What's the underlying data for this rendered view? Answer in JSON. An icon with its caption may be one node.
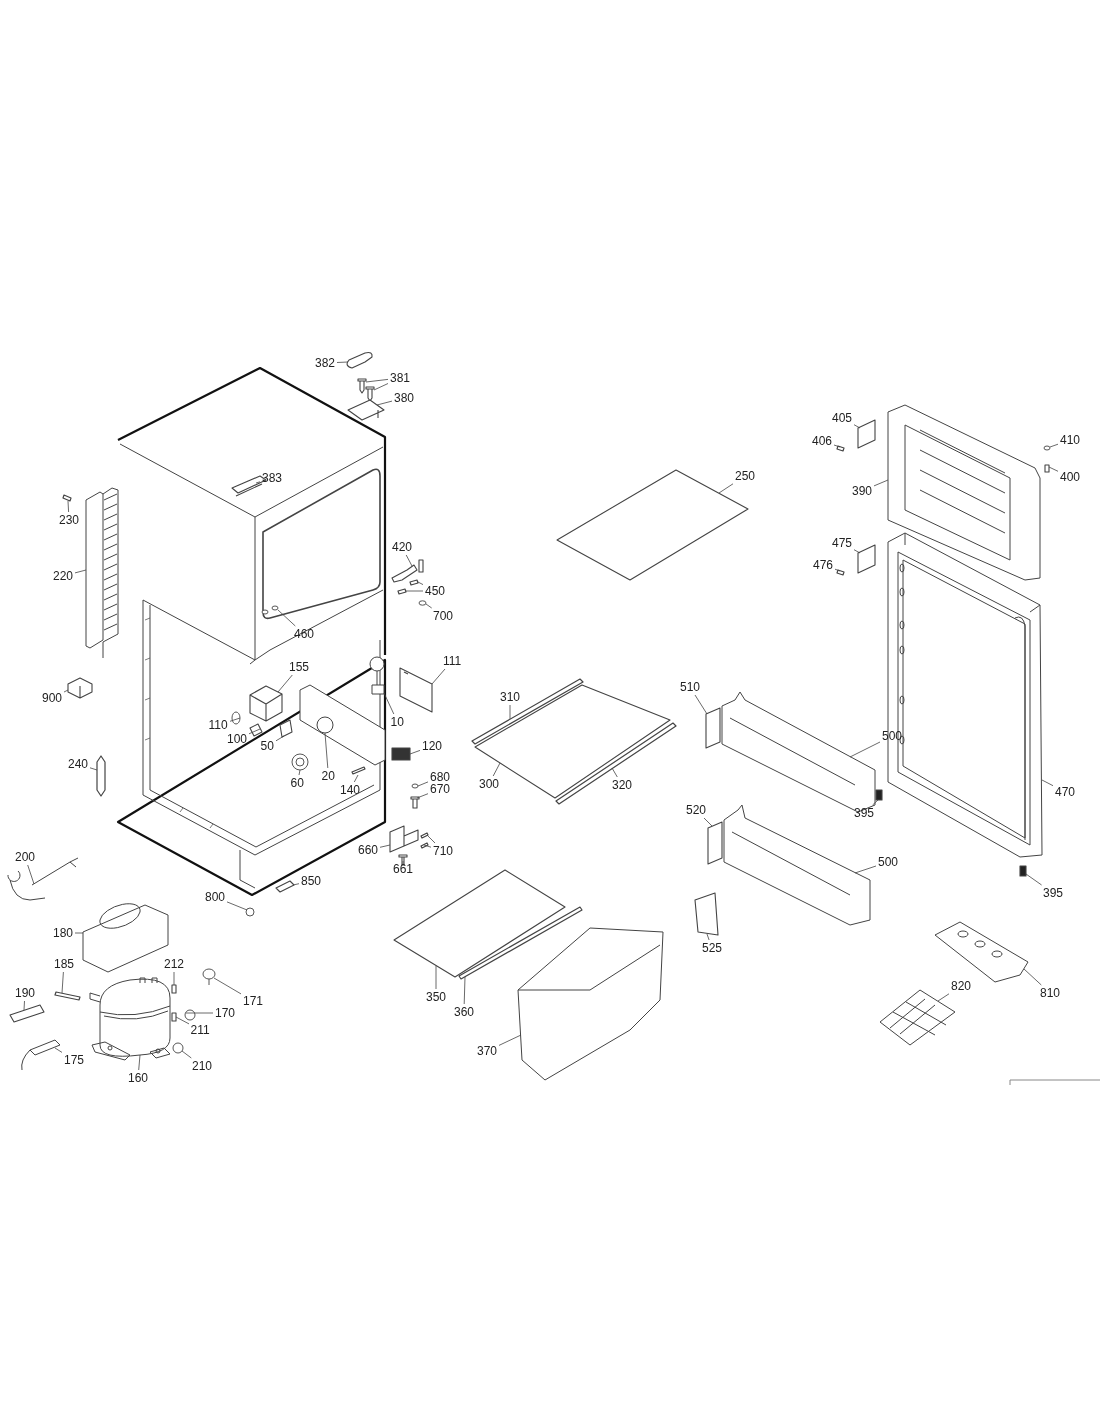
{
  "diagram": {
    "nodes": [
      {
        "text": [
          "382"
        ]
      },
      {
        "text": [
          "381"
        ]
      },
      {
        "text": [
          "380"
        ]
      },
      {
        "text": [
          "383"
        ]
      },
      {
        "text": [
          "230"
        ]
      },
      {
        "text": [
          "220"
        ]
      },
      {
        "text": [
          "420"
        ]
      },
      {
        "text": [
          "450"
        ]
      },
      {
        "text": [
          "700"
        ]
      },
      {
        "text": [
          "460"
        ]
      },
      {
        "text": [
          "900"
        ]
      },
      {
        "text": [
          "155"
        ]
      },
      {
        "text": [
          "111"
        ]
      },
      {
        "text": [
          "110"
        ]
      },
      {
        "text": [
          "100"
        ]
      },
      {
        "text": [
          "10"
        ]
      },
      {
        "text": [
          "50"
        ]
      },
      {
        "text": [
          "20"
        ]
      },
      {
        "text": [
          "60"
        ]
      },
      {
        "text": [
          "120"
        ]
      },
      {
        "text": [
          "140"
        ]
      },
      {
        "text": [
          "240"
        ]
      },
      {
        "text": [
          "680"
        ]
      },
      {
        "text": [
          "670"
        ]
      },
      {
        "text": [
          "660"
        ]
      },
      {
        "text": [
          "710"
        ]
      },
      {
        "text": [
          "661"
        ]
      },
      {
        "text": [
          "850"
        ]
      },
      {
        "text": [
          "800"
        ]
      },
      {
        "text": [
          "200"
        ]
      },
      {
        "text": [
          "180"
        ]
      },
      {
        "text": [
          "185"
        ]
      },
      {
        "text": [
          "212"
        ]
      },
      {
        "text": [
          "171"
        ]
      },
      {
        "text": [
          "190"
        ]
      },
      {
        "text": [
          "170"
        ]
      },
      {
        "text": [
          "211"
        ]
      },
      {
        "text": [
          "175"
        ]
      },
      {
        "text": [
          "160"
        ]
      },
      {
        "text": [
          "210"
        ]
      },
      {
        "text": [
          "250"
        ]
      },
      {
        "text": [
          "310"
        ]
      },
      {
        "text": [
          "300"
        ]
      },
      {
        "text": [
          "320"
        ]
      },
      {
        "text": [
          "350"
        ]
      },
      {
        "text": [
          "360"
        ]
      },
      {
        "text": [
          "370"
        ]
      },
      {
        "text": [
          "510"
        ]
      },
      {
        "text": [
          "500"
        ]
      },
      {
        "text": [
          "520"
        ]
      },
      {
        "text": [
          "500"
        ]
      },
      {
        "text": [
          "525"
        ]
      },
      {
        "text": [
          "405"
        ]
      },
      {
        "text": [
          "406"
        ]
      },
      {
        "text": [
          "410"
        ]
      },
      {
        "text": [
          "400"
        ]
      },
      {
        "text": [
          "390"
        ]
      },
      {
        "text": [
          "475"
        ]
      },
      {
        "text": [
          "476"
        ]
      },
      {
        "text": [
          "470"
        ]
      },
      {
        "text": [
          "395"
        ]
      },
      {
        "text": [
          "395"
        ]
      },
      {
        "text": [
          "810"
        ]
      },
      {
        "text": [
          "820"
        ]
      },
      {
        "text": [],
        "shape": "box"
      },
      {
        "text": [],
        "shape": "box"
      },
      {
        "text": [],
        "shape": "box"
      },
      {
        "text": [],
        "shape": "box"
      },
      {
        "text": [],
        "shape": "box"
      },
      {
        "text": [],
        "shape": "bar"
      },
      {
        "text": [],
        "shape": "picture"
      },
      {
        "text": [],
        "shape": "box"
      },
      {
        "text": [],
        "shape": "bar"
      },
      {
        "text": [],
        "shape": "bar"
      },
      {
        "text": [],
        "shape": "circle"
      },
      {
        "text": [],
        "shape": "circle"
      },
      {
        "text": [],
        "shape": "box"
      },
      {
        "text": [],
        "shape": "box"
      },
      {
        "text": [],
        "shape": "box"
      },
      {
        "text": [],
        "shape": "circle"
      },
      {
        "text": [],
        "shape": "box"
      },
      {
        "text": [],
        "shape": "picture"
      },
      {
        "text": [],
        "shape": "box"
      },
      {
        "text": [],
        "shape": "picture"
      },
      {
        "text": [],
        "shape": "circle"
      },
      {
        "text": [],
        "shape": "box"
      },
      {
        "text": [],
        "shape": "bar"
      },
      {
        "text": [],
        "shape": "bar"
      },
      {
        "text": [],
        "shape": "circle"
      },
      {
        "text": [],
        "shape": "box"
      },
      {
        "text": [],
        "shape": "box"
      },
      {
        "text": [],
        "shape": "bar"
      },
      {
        "text": [],
        "shape": "bar"
      },
      {
        "text": [],
        "shape": "box"
      },
      {
        "text": [],
        "shape": "box"
      },
      {
        "text": [],
        "shape": "circle"
      },
      {
        "text": [],
        "shape": "picture"
      },
      {
        "text": [],
        "shape": "picture"
      },
      {
        "text": [],
        "shape": "bar"
      },
      {
        "text": [],
        "shape": "box"
      },
      {
        "text": [],
        "shape": "circle"
      },
      {
        "text": [],
        "shape": "box"
      },
      {
        "text": [],
        "shape": "circle"
      },
      {
        "text": [],
        "shape": "box"
      },
      {
        "text": [],
        "shape": "picture"
      },
      {
        "text": [],
        "shape": "picture"
      },
      {
        "text": [],
        "shape": "circle"
      },
      {
        "text": [],
        "shape": "box"
      },
      {
        "text": [],
        "shape": "bar"
      },
      {
        "text": [],
        "shape": "box"
      },
      {
        "text": [],
        "shape": "bar"
      },
      {
        "text": [],
        "shape": "box"
      },
      {
        "text": [],
        "shape": "bar"
      },
      {
        "text": [],
        "shape": "picture"
      },
      {
        "text": [],
        "shape": "box"
      },
      {
        "text": [],
        "shape": "picture"
      },
      {
        "text": [],
        "shape": "box"
      },
      {
        "text": [],
        "shape": "picture"
      },
      {
        "text": [],
        "shape": "box"
      },
      {
        "text": [],
        "shape": "box"
      },
      {
        "text": [],
        "shape": "bar"
      },
      {
        "text": [],
        "shape": "circle"
      },
      {
        "text": [],
        "shape": "box"
      },
      {
        "text": [],
        "shape": "picture"
      },
      {
        "text": [],
        "shape": "box"
      },
      {
        "text": [],
        "shape": "bar"
      },
      {
        "text": [],
        "shape": "picture"
      },
      {
        "text": [],
        "shape": "box"
      },
      {
        "text": [],
        "shape": "box"
      },
      {
        "text": [],
        "shape": "picture"
      },
      {
        "text": [],
        "shape": "picture"
      }
    ],
    "edges": [
      {
        "from": 0,
        "to": 64,
        "arrow": "none"
      },
      {
        "from": 1,
        "to": 65,
        "arrow": "none"
      },
      {
        "from": 1,
        "to": 66,
        "arrow": "none"
      },
      {
        "from": 2,
        "to": 67,
        "arrow": "none"
      },
      {
        "from": 3,
        "to": 68,
        "arrow": "none"
      },
      {
        "from": 4,
        "to": 69,
        "arrow": "none"
      },
      {
        "from": 5,
        "to": 70,
        "arrow": "none"
      },
      {
        "from": 6,
        "to": 71,
        "arrow": "none"
      },
      {
        "from": 7,
        "to": 72,
        "arrow": "none"
      },
      {
        "from": 7,
        "to": 73,
        "arrow": "none"
      },
      {
        "from": 8,
        "to": 74,
        "arrow": "none"
      },
      {
        "from": 9,
        "to": 75,
        "arrow": "none"
      },
      {
        "from": 10,
        "to": 76,
        "arrow": "none"
      },
      {
        "from": 11,
        "to": 77,
        "arrow": "none"
      },
      {
        "from": 12,
        "to": 78,
        "arrow": "none"
      },
      {
        "from": 13,
        "to": 79,
        "arrow": "none"
      },
      {
        "from": 14,
        "to": 80,
        "arrow": "none"
      },
      {
        "from": 15,
        "to": 81,
        "arrow": "none"
      },
      {
        "from": 16,
        "to": 82,
        "arrow": "none"
      },
      {
        "from": 17,
        "to": 83,
        "arrow": "none"
      },
      {
        "from": 18,
        "to": 84,
        "arrow": "none"
      },
      {
        "from": 19,
        "to": 85,
        "arrow": "none"
      },
      {
        "from": 20,
        "to": 86,
        "arrow": "none"
      },
      {
        "from": 21,
        "to": 87,
        "arrow": "none"
      },
      {
        "from": 22,
        "to": 88,
        "arrow": "none"
      },
      {
        "from": 23,
        "to": 89,
        "arrow": "none"
      },
      {
        "from": 24,
        "to": 90,
        "arrow": "none"
      },
      {
        "from": 25,
        "to": 91,
        "arrow": "none"
      },
      {
        "from": 25,
        "to": 92,
        "arrow": "none"
      },
      {
        "from": 26,
        "to": 93,
        "arrow": "none"
      },
      {
        "from": 27,
        "to": 94,
        "arrow": "none"
      },
      {
        "from": 28,
        "to": 95,
        "arrow": "none"
      },
      {
        "from": 29,
        "to": 96,
        "arrow": "none"
      },
      {
        "from": 30,
        "to": 97,
        "arrow": "none"
      },
      {
        "from": 31,
        "to": 98,
        "arrow": "none"
      },
      {
        "from": 32,
        "to": 99,
        "arrow": "none"
      },
      {
        "from": 33,
        "to": 100,
        "arrow": "none"
      },
      {
        "from": 34,
        "to": 101,
        "arrow": "none"
      },
      {
        "from": 35,
        "to": 102,
        "arrow": "none"
      },
      {
        "from": 36,
        "to": 103,
        "arrow": "none"
      },
      {
        "from": 37,
        "to": 104,
        "arrow": "none"
      },
      {
        "from": 38,
        "to": 105,
        "arrow": "none"
      },
      {
        "from": 39,
        "to": 106,
        "arrow": "none"
      },
      {
        "from": 40,
        "to": 107,
        "arrow": "none"
      },
      {
        "from": 41,
        "to": 108,
        "arrow": "none"
      },
      {
        "from": 42,
        "to": 109,
        "arrow": "none"
      },
      {
        "from": 43,
        "to": 110,
        "arrow": "none"
      },
      {
        "from": 44,
        "to": 111,
        "arrow": "none"
      },
      {
        "from": 45,
        "to": 112,
        "arrow": "none"
      },
      {
        "from": 46,
        "to": 113,
        "arrow": "none"
      },
      {
        "from": 47,
        "to": 114,
        "arrow": "none"
      },
      {
        "from": 48,
        "to": 115,
        "arrow": "none"
      },
      {
        "from": 49,
        "to": 116,
        "arrow": "none"
      },
      {
        "from": 50,
        "to": 117,
        "arrow": "none"
      },
      {
        "from": 51,
        "to": 118,
        "arrow": "none"
      },
      {
        "from": 52,
        "to": 119,
        "arrow": "none"
      },
      {
        "from": 53,
        "to": 120,
        "arrow": "none"
      },
      {
        "from": 54,
        "to": 121,
        "arrow": "none"
      },
      {
        "from": 55,
        "to": 122,
        "arrow": "none"
      },
      {
        "from": 56,
        "to": 123,
        "arrow": "none"
      },
      {
        "from": 57,
        "to": 124,
        "arrow": "none"
      },
      {
        "from": 58,
        "to": 125,
        "arrow": "none"
      },
      {
        "from": 59,
        "to": 126,
        "arrow": "none"
      },
      {
        "from": 60,
        "to": 127,
        "arrow": "none"
      },
      {
        "from": 61,
        "to": 128,
        "arrow": "none"
      },
      {
        "from": 62,
        "to": 129,
        "arrow": "none"
      },
      {
        "from": 63,
        "to": 130,
        "arrow": "none"
      }
    ]
  }
}
